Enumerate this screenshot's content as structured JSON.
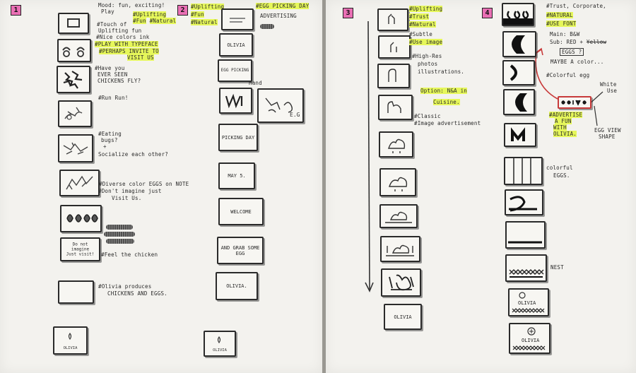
{
  "pages": [
    {
      "number": "1"
    },
    {
      "number": "2"
    },
    {
      "number": "3"
    },
    {
      "number": "4"
    }
  ],
  "page1": {
    "header": {
      "l1": "Mood: fun, exciting!",
      "l2": "Play",
      "tags": [
        "#Uplifting",
        "#Fun",
        "#Natural"
      ]
    },
    "notes": {
      "n1": "#Touch of",
      "n2": "Uplifting fun",
      "n3": "#Nice colors ink",
      "n4": "#PLAY WITH TYPEFACE",
      "n5": "#PERHAPS INVITE TO",
      "n6": "VISIT US",
      "n7": "#Have you",
      "n8": "EVER SEEN",
      "n9": "CHICKENS FLY?",
      "n10": "#Run Run!",
      "n11": "#Eating",
      "n12": "bugs?",
      "n13": "+",
      "n14": "Socialize each other?",
      "n15": "#Diverse color EGGS on NOTE",
      "n16": "#Don't imagine just",
      "n17": "Visit Us.",
      "n18": "#Feel the chicken",
      "n19": "#Olivia produces",
      "n20": "CHICKENS AND EGGS."
    },
    "frame_text": {
      "do_not": "Do not",
      "imagine": "imagine",
      "just_visit": "Just visit!",
      "olivia": "OLIVIA"
    }
  },
  "page2": {
    "tags": [
      "#Uplifting",
      "#Fun",
      "#Natural"
    ],
    "header": "#EGG PICKING DAY",
    "header2": "ADVERTISING",
    "frames": [
      "OLIVIA",
      "EGG PICKING",
      "PICKING DAY",
      "MAY 5.",
      "WELCOME",
      "AND GRAB SOME EGG",
      "OLIVIA.",
      "OLIVIA"
    ],
    "hand": "Hand"
  },
  "page3": {
    "notes": [
      "#Uplifting",
      "#Trust",
      "#Natural",
      "#Subtle",
      "#Use image",
      "#High-Res",
      "photos",
      "illustrations.",
      "Option: N&A in",
      "Cuisine.",
      "#Classic",
      "#Image advertisement"
    ],
    "hl": [
      0,
      1,
      2,
      4,
      8,
      9
    ],
    "frame_text": "OLIVIA"
  },
  "page4": {
    "notes": {
      "a1": "#Trust, Corporate,",
      "a2": "#NATURAL",
      "a3": "#USE FONT",
      "a4": "Main: B&W",
      "a5": "Sub: RED + ",
      "a5b": "Yellow",
      "a6": "EGGS ?",
      "a7": "MAYBE A color...",
      "a8": "#Colorful egg",
      "b1": "White",
      "b2": "Use",
      "c1": "#ADVERTISE",
      "c2": "A FUN",
      "c3": "WITH",
      "c4": "OLIVIA.",
      "d1": "EGG VIEW",
      "d2": "SHAPE",
      "e1": "colorful",
      "e2": "EGGS.",
      "f1": "NEST"
    },
    "frame_text": "OLIVIA"
  }
}
